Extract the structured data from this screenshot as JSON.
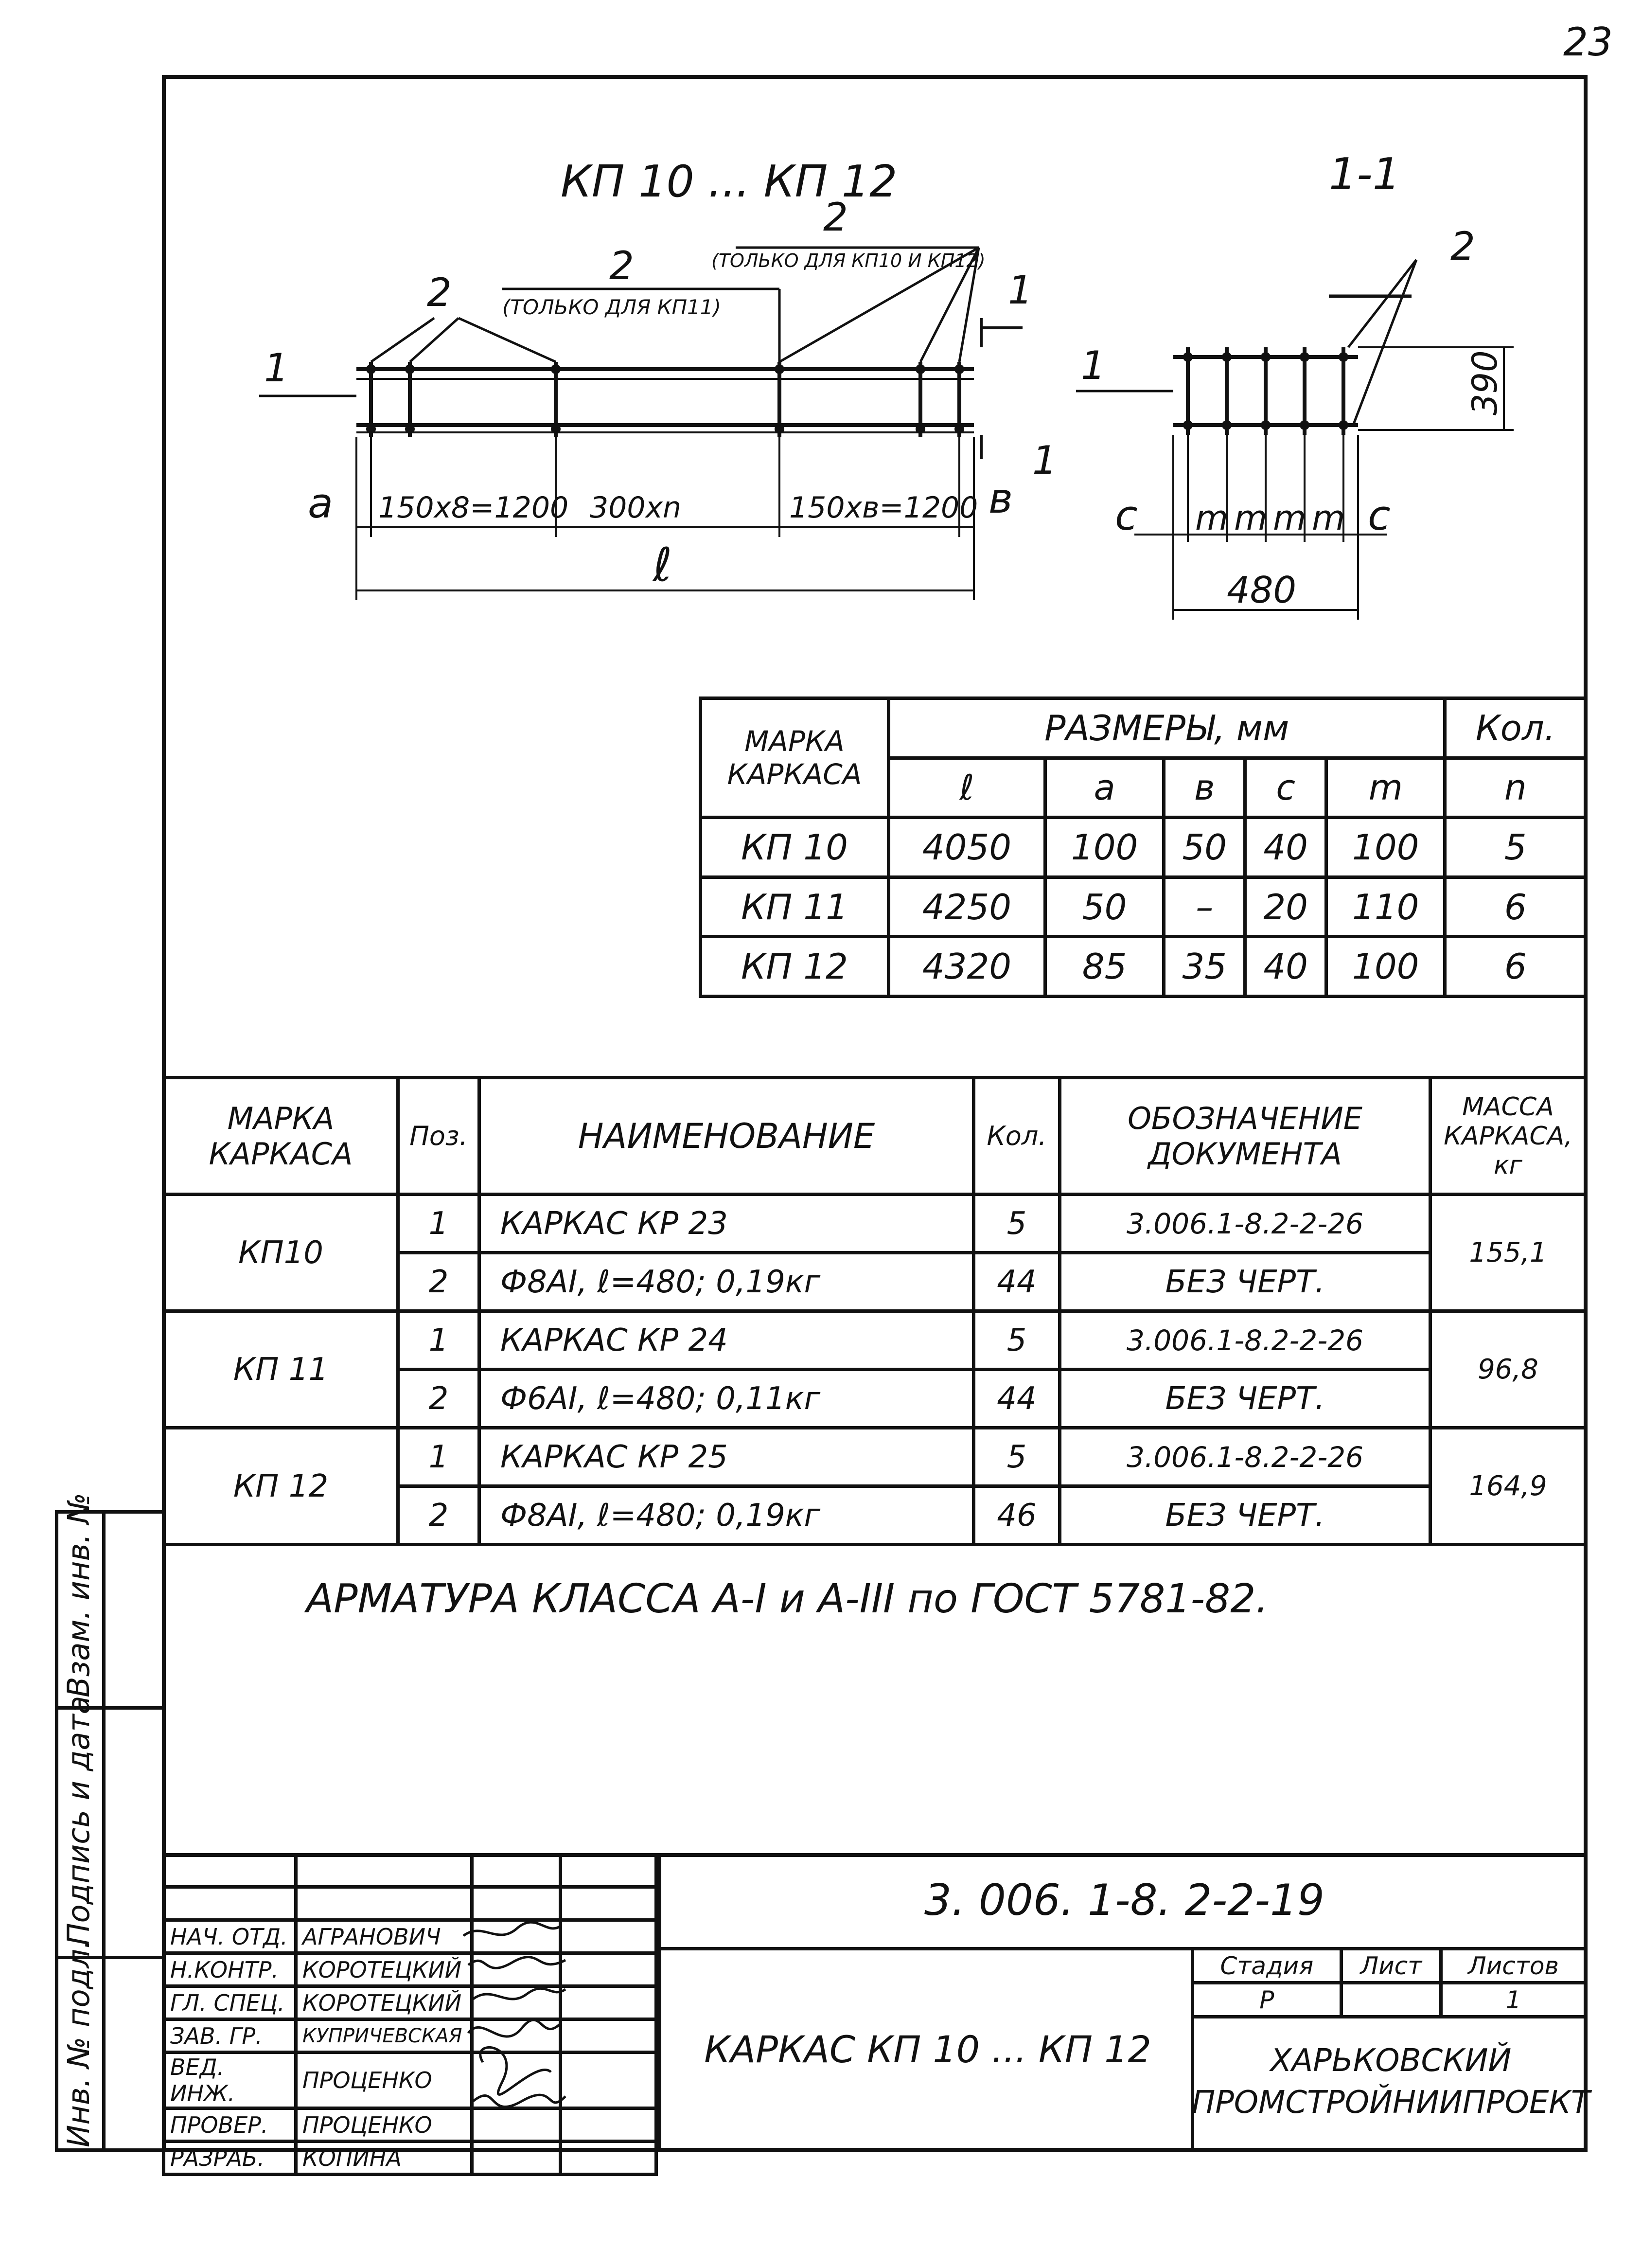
{
  "page_number": "23",
  "drawing": {
    "elevation_title": "КП 10 ... КП 12",
    "section_title": "1-1",
    "labels": {
      "pos2": "2",
      "only_kp11": "(ТОЛЬКО ДЛЯ КП11)",
      "only_kp10_12": "(ТОЛЬКО ДЛЯ КП10 И КП12)",
      "pos1": "1",
      "cut_mark": "1",
      "a": "а",
      "b": "в",
      "span_left": "150х8=1200",
      "span_mid": "300хn",
      "span_right": "150хв=1200",
      "l": "ℓ",
      "c": "с",
      "m": "m",
      "height": "390",
      "width": "480"
    }
  },
  "dimensions_table": {
    "header_mark": "МАРКА КАРКАСА",
    "header_sizes": "РАЗМЕРЫ, мм",
    "header_qty": "Кол.",
    "sub_headers": [
      "ℓ",
      "а",
      "в",
      "с",
      "m",
      "n"
    ],
    "rows": [
      {
        "mark": "КП 10",
        "values": [
          "4050",
          "100",
          "50",
          "40",
          "100",
          "5"
        ]
      },
      {
        "mark": "КП 11",
        "values": [
          "4250",
          "50",
          "–",
          "20",
          "110",
          "6"
        ]
      },
      {
        "mark": "КП 12",
        "values": [
          "4320",
          "85",
          "35",
          "40",
          "100",
          "6"
        ]
      }
    ]
  },
  "spec_table": {
    "headers": {
      "mark": "МАРКА КАРКАСА",
      "pos": "Поз.",
      "name": "НАИМЕНОВАНИЕ",
      "qty": "Кол.",
      "doc": "ОБОЗНАЧЕНИЕ ДОКУМЕНТА",
      "mass": "МАССА КАРКАСА, кг"
    },
    "groups": [
      {
        "mark": "КП10",
        "mass": "155,1",
        "items": [
          {
            "pos": "1",
            "name": "КАРКАС   КР 23",
            "qty": "5",
            "doc": "3.006.1-8.2-2-26"
          },
          {
            "pos": "2",
            "name": "Ф8АI, ℓ=480; 0,19кг",
            "qty": "44",
            "doc": "БЕЗ  ЧЕРТ."
          }
        ]
      },
      {
        "mark": "КП 11",
        "mass": "96,8",
        "items": [
          {
            "pos": "1",
            "name": "КАРКАС   КР 24",
            "qty": "5",
            "doc": "3.006.1-8.2-2-26"
          },
          {
            "pos": "2",
            "name": "Ф6АI, ℓ=480; 0,11кг",
            "qty": "44",
            "doc": "БЕЗ  ЧЕРТ."
          }
        ]
      },
      {
        "mark": "КП 12",
        "mass": "164,9",
        "items": [
          {
            "pos": "1",
            "name": "КАРКАС   КР 25",
            "qty": "5",
            "doc": "3.006.1-8.2-2-26"
          },
          {
            "pos": "2",
            "name": "Ф8АI, ℓ=480; 0,19кг",
            "qty": "46",
            "doc": "БЕЗ  ЧЕРТ."
          }
        ]
      }
    ]
  },
  "note": "АРМАТУРА  КЛАССА   А-I и А-III по ГОСТ 5781-82.",
  "sidebar": {
    "vzam": "Взам. инв. №",
    "podpis": "Подпись и дата",
    "inv": "Инв. № подл."
  },
  "title_block": {
    "code": "3. 006. 1-8. 2-2-19",
    "name": "КАРКАС  КП 10 ... КП 12",
    "stage_label": "Стадия",
    "sheet_label": "Лист",
    "sheets_label": "Листов",
    "stage": "Р",
    "sheets": "1",
    "org": "ХАРЬКОВСКИЙ ПРОМСТРОЙНИИПРОЕКТ",
    "staff": [
      {
        "role": "НАЧ. ОТД.",
        "name": "АГРАНОВИЧ"
      },
      {
        "role": "Н.КОНТР.",
        "name": "КОРОТЕЦКИЙ"
      },
      {
        "role": "ГЛ. СПЕЦ.",
        "name": "КОРОТЕЦКИЙ"
      },
      {
        "role": "ЗАВ. ГР.",
        "name": "КУПРИЧЕВСКАЯ"
      },
      {
        "role": "ВЕД. ИНЖ.",
        "name": "ПРОЦЕНКО"
      },
      {
        "role": "ПРОВЕР.",
        "name": "ПРОЦЕНКО"
      },
      {
        "role": "РАЗРАБ.",
        "name": "КОПИНА"
      }
    ]
  }
}
